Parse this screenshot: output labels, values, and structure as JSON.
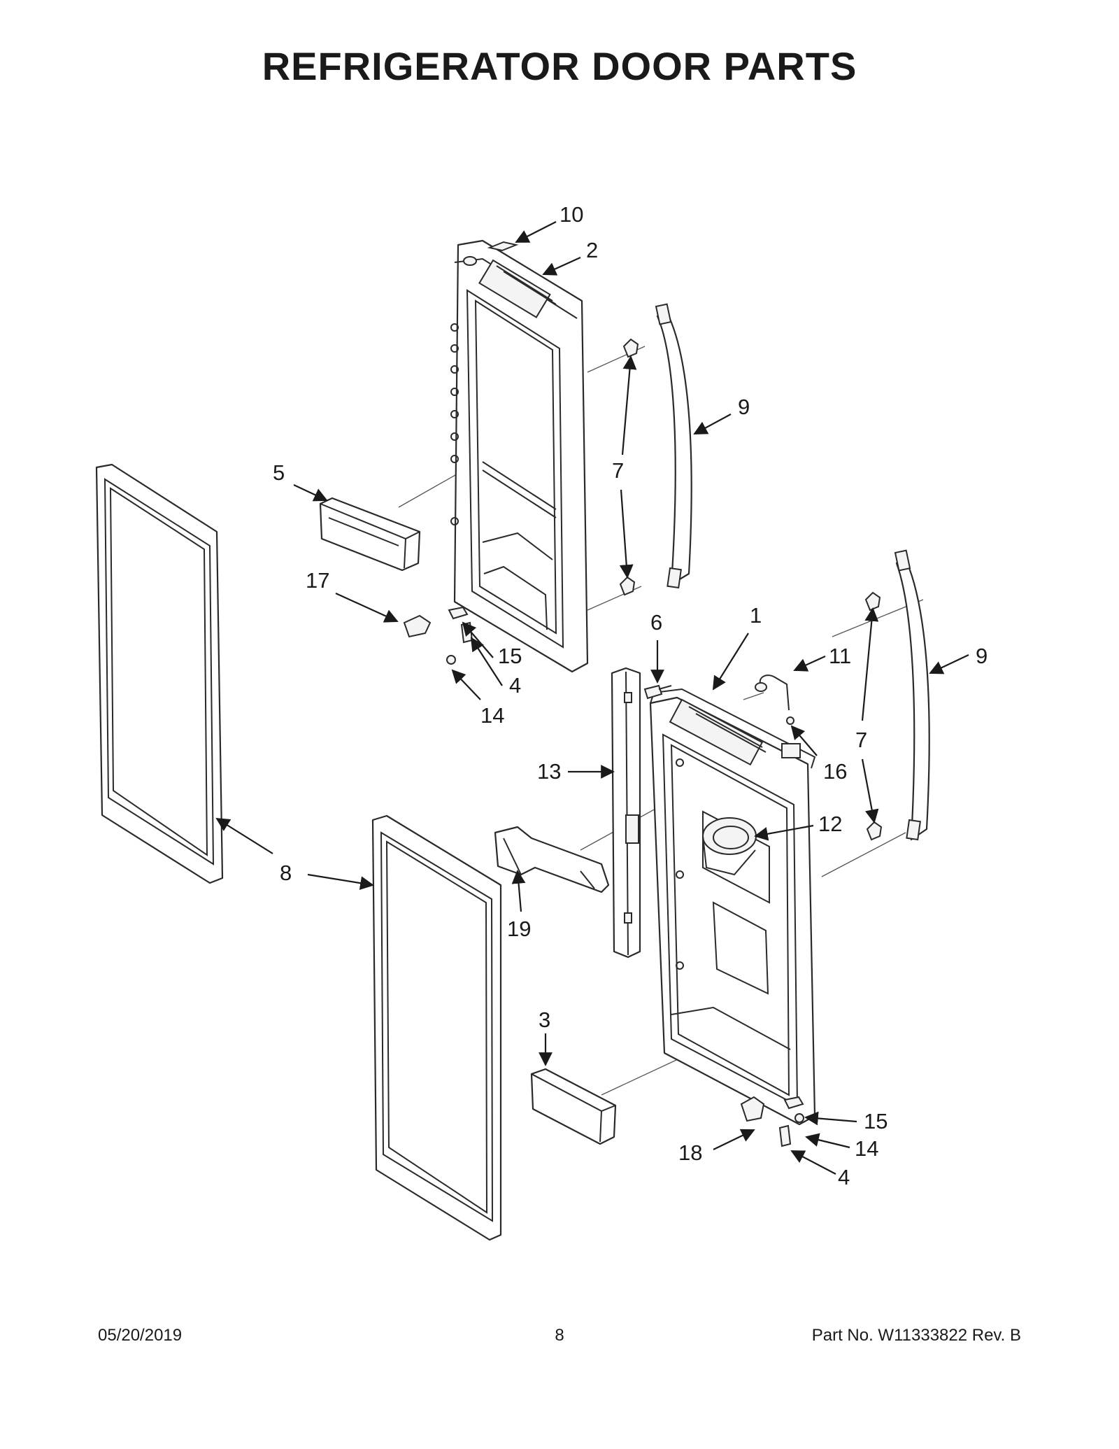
{
  "page": {
    "title": "REFRIGERATOR DOOR PARTS",
    "footer": {
      "date": "05/20/2019",
      "page_number": "8",
      "part_number": "Part No.  W11333822  Rev.  B"
    }
  },
  "callouts": {
    "c1": "1",
    "c2": "2",
    "c3": "3",
    "c4a": "4",
    "c4b": "4",
    "c5": "5",
    "c6": "6",
    "c7a": "7",
    "c7b": "7",
    "c8": "8",
    "c9a": "9",
    "c9b": "9",
    "c10": "10",
    "c11": "11",
    "c12": "12",
    "c13": "13",
    "c14a": "14",
    "c14b": "14",
    "c15a": "15",
    "c15b": "15",
    "c16": "16",
    "c17": "17",
    "c18": "18",
    "c19": "19"
  }
}
